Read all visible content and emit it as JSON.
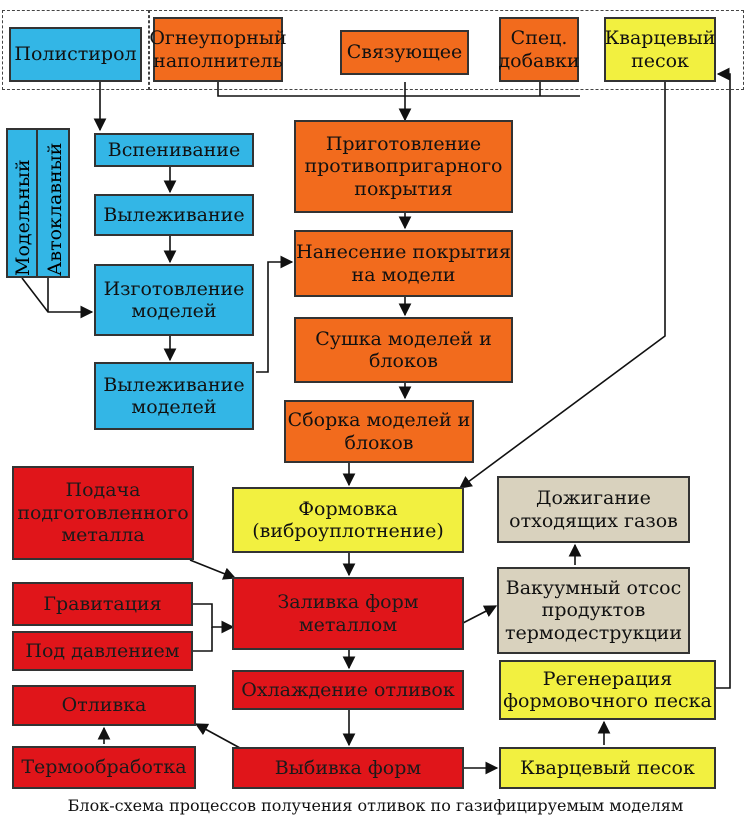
{
  "diagram": {
    "inputs": {
      "polystyrene": "Полистирол",
      "refractory_filler": "Огнеупорный наполнитель",
      "binder": "Связующее",
      "special_additives": "Спец. добавки",
      "quartz_sand_top": "Кварцевый песок"
    },
    "model_line": {
      "foaming": "Вспенивание",
      "aging": "Вылеживание",
      "model_making": "Изготовление моделей",
      "model_aging": "Вылеживание моделей",
      "method_model": "Модельный",
      "method_autoclave": "Автоклавный"
    },
    "coating_line": {
      "preparation": "Приготовление противопригарного покрытия",
      "application": "Нанесение покрытия на модели",
      "drying": "Сушка моделей и блоков",
      "assembly": "Сборка моделей и блоков"
    },
    "molding": "Формовка (виброуплотнение)",
    "metal_supply": "Подача подготовленного металла",
    "gravitation": "Гравитация",
    "under_pressure": "Под давлением",
    "pouring": "Заливка форм металлом",
    "cooling": "Охлаждение отливок",
    "knockout": "Выбивка форм",
    "casting": "Отливка",
    "heat_treatment": "Термообработка",
    "afterburning": "Дожигание отходящих газов",
    "vacuum_exhaust": "Вакуумный отсос продуктов термодеструкции",
    "sand_regeneration": "Регенерация формовочного песка",
    "quartz_sand_bottom": "Кварцевый песок",
    "caption": "Блок-схема процессов получения отливок по газифицируемым моделям"
  },
  "colors": {
    "blue": "#33b6e6",
    "orange": "#f26b1d",
    "yellow": "#f2f040",
    "red": "#e0151a",
    "beige": "#d9d2be"
  }
}
